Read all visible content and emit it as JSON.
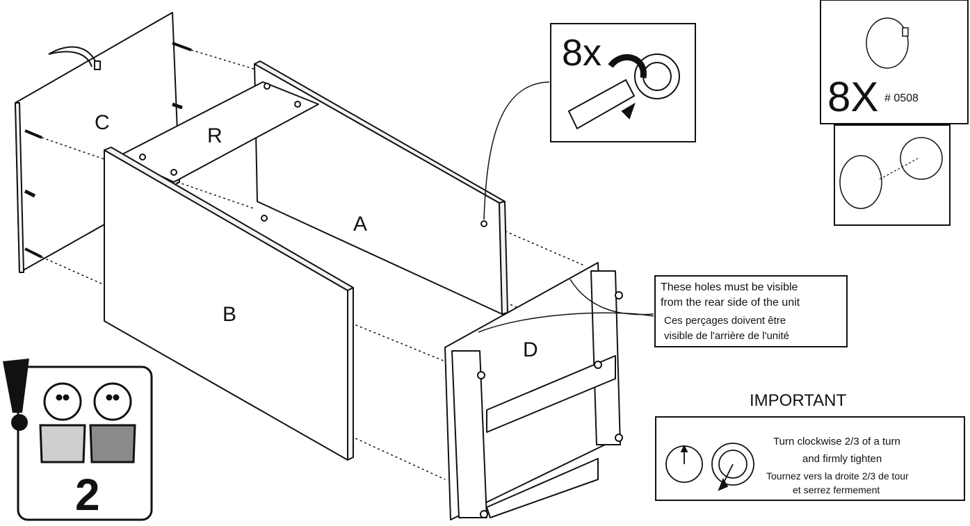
{
  "panels": {
    "a": "A",
    "b": "B",
    "c": "C",
    "d": "D",
    "r": "R"
  },
  "cam_callout": {
    "quantity": "8x"
  },
  "cap_callout": {
    "quantity": "8X",
    "part_number": "# 0508"
  },
  "holes_note": {
    "en_line1": "These holes must be visible",
    "en_line2": "from the rear side of the unit",
    "fr_line1": "Ces perçages doivent être",
    "fr_line2": "visible de l'arrière de l'unité"
  },
  "important": {
    "title": "IMPORTANT",
    "en_line1": "Turn clockwise 2/3 of a turn",
    "en_line2": "and firmly tighten",
    "fr_line1": "Tournez vers la droite 2/3 de tour",
    "fr_line2": "et serrez fermement"
  },
  "persons_required": {
    "count": "2",
    "icons": [
      "exclamation-icon",
      "person-icon",
      "person-icon"
    ]
  },
  "colors": {
    "ink": "#111111",
    "paper": "#ffffff",
    "shirt_light": "#cfcfcf",
    "shirt_dark": "#8a8a8a"
  }
}
